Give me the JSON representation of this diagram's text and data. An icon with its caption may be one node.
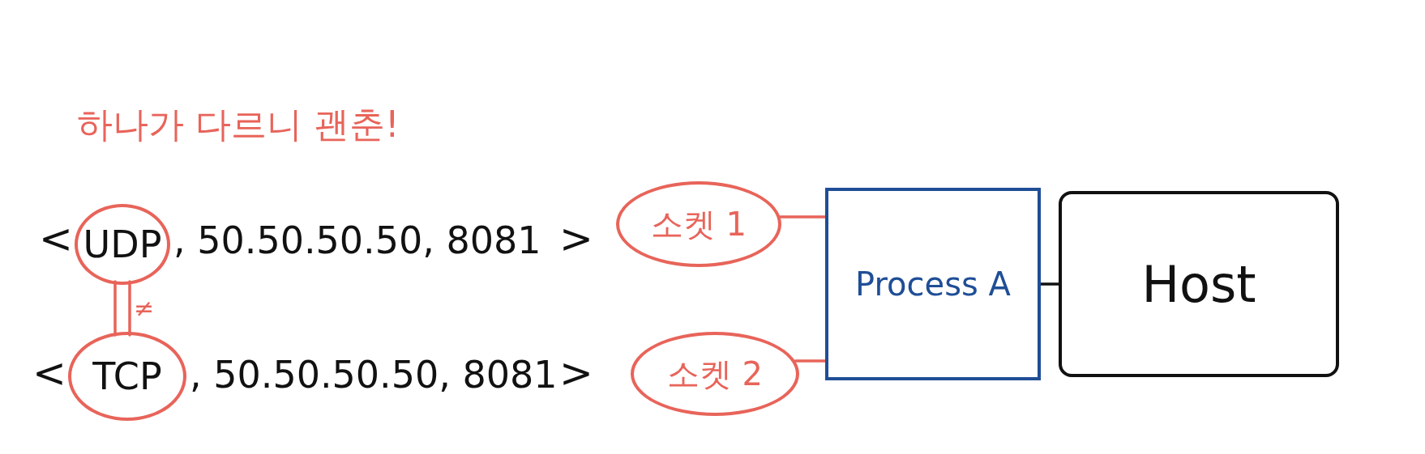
{
  "diagram": {
    "nodes": [
      {
        "text": [
          "UDP"
        ]
      },
      {
        "text": [
          "TCP"
        ]
      },
      {
        "text": [
          "소켓 1"
        ]
      },
      {
        "text": [
          "소켓 2"
        ]
      },
      {
        "text": [
          "Process A"
        ]
      },
      {
        "text": [
          "Host"
        ]
      }
    ],
    "edges": [
      {
        "from": 0,
        "to": 1,
        "arrow": "none",
        "label": "≠"
      },
      {
        "from": 2,
        "to": 4,
        "arrow": "none"
      },
      {
        "from": 3,
        "to": 4,
        "arrow": "none"
      },
      {
        "from": 4,
        "to": 5,
        "arrow": "none",
        "color": "#111111"
      }
    ],
    "labels": [
      "하나가 다르니 괜춘!",
      "<",
      ", 50.50.50.50, 8081",
      ">",
      "<",
      ", 50.50.50.50, 8081",
      ">"
    ]
  }
}
